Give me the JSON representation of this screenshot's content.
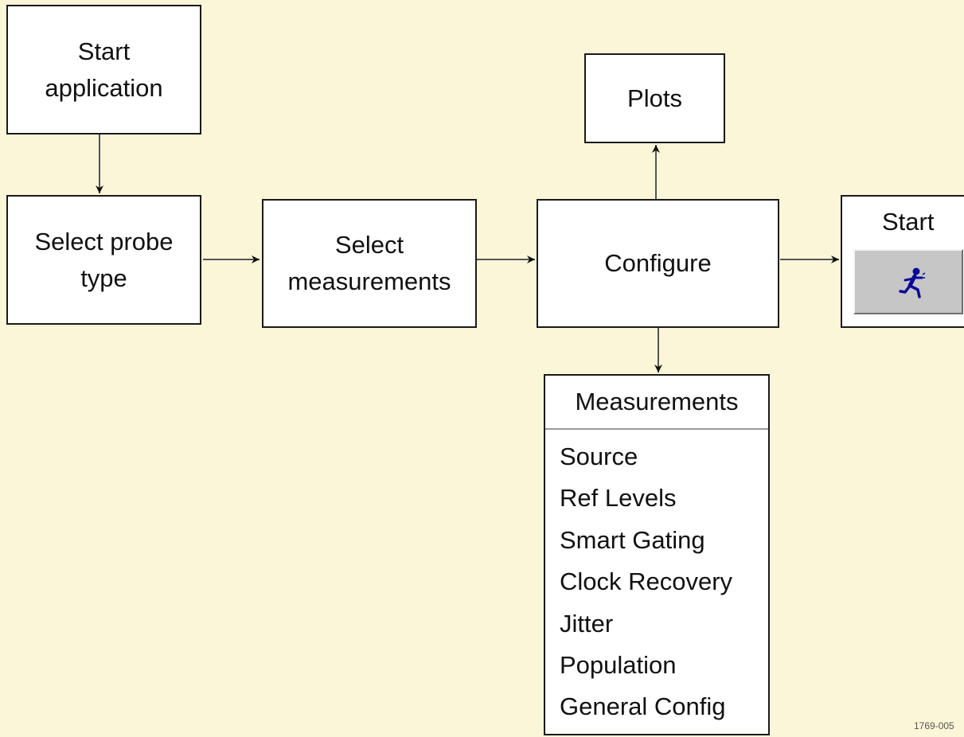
{
  "colors": {
    "background": "#fcf6d8",
    "box_fill": "#ffffff",
    "box_stroke": "#1a1a1a",
    "connector": "#555555",
    "arrowhead": "#111111",
    "button_face": "#c6c6c6",
    "icon_color": "#0a0a96"
  },
  "nodes": {
    "start_application": {
      "lines": [
        "Start",
        "application"
      ]
    },
    "select_probe_type": {
      "lines": [
        "Select probe",
        "type"
      ]
    },
    "select_measurements": {
      "lines": [
        "Select",
        "measurements"
      ]
    },
    "configure": {
      "label": "Configure"
    },
    "plots": {
      "label": "Plots"
    },
    "start": {
      "label": "Start",
      "button_icon": "running-man-icon"
    }
  },
  "measurements_panel": {
    "title": "Measurements",
    "items": [
      "Source",
      "Ref Levels",
      "Smart Gating",
      "Clock Recovery",
      "Jitter",
      "Population",
      "General Config"
    ]
  },
  "edges": [
    {
      "from": "start_application",
      "to": "select_probe_type"
    },
    {
      "from": "select_probe_type",
      "to": "select_measurements"
    },
    {
      "from": "select_measurements",
      "to": "configure"
    },
    {
      "from": "configure",
      "to": "plots"
    },
    {
      "from": "configure",
      "to": "measurements_panel"
    },
    {
      "from": "configure",
      "to": "start"
    }
  ],
  "figure_id": "1769-005"
}
